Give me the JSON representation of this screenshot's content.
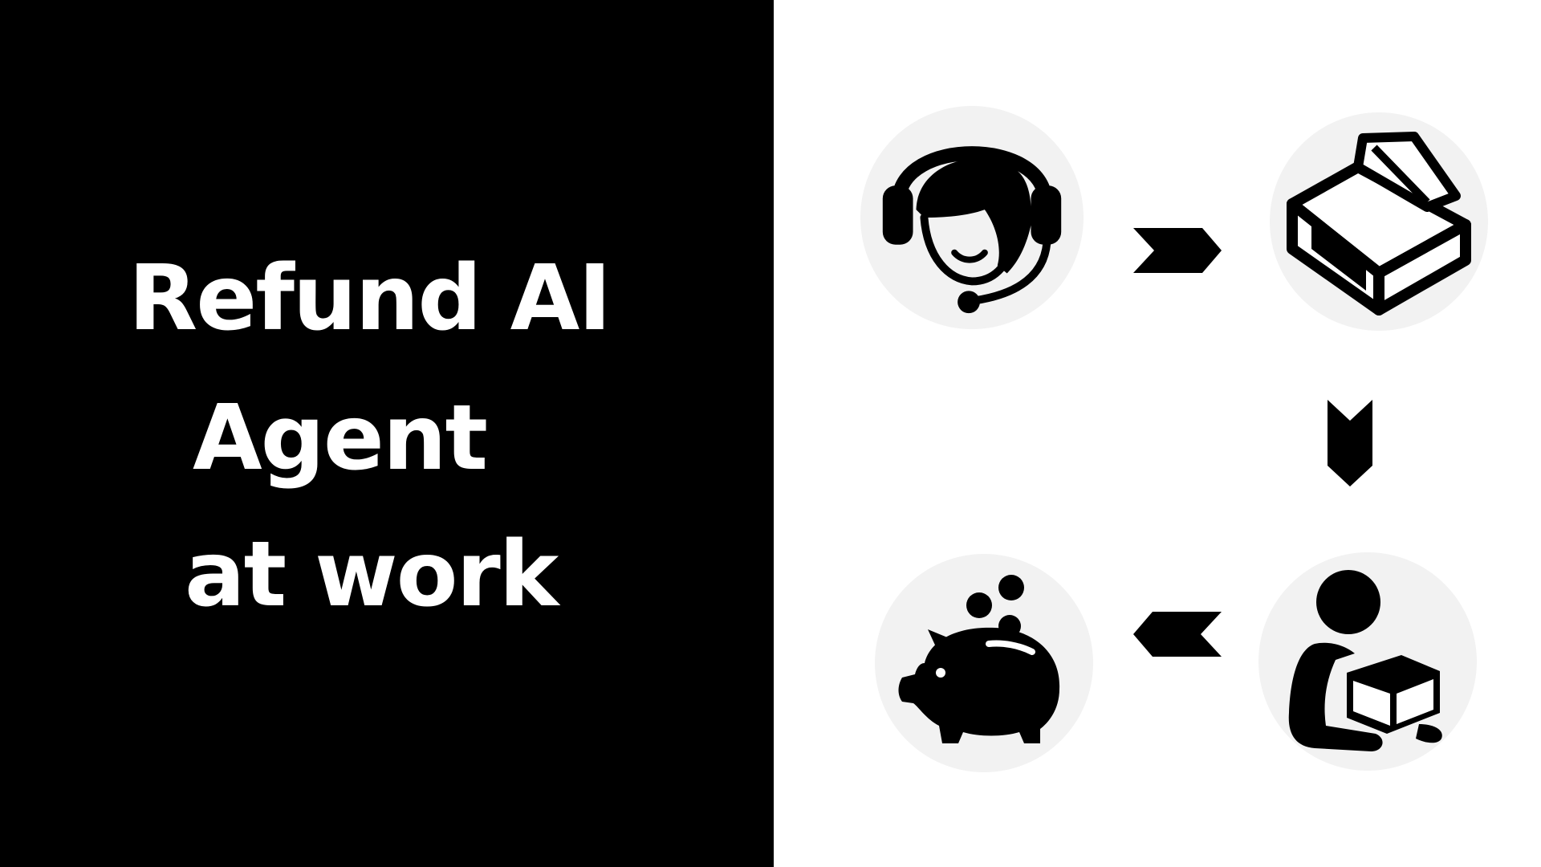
{
  "title": {
    "line1": "Refund AI",
    "line2": "Agent",
    "line3": "at work"
  },
  "colors": {
    "left_background": "#000000",
    "title_text": "#ffffff",
    "right_background": "#ffffff",
    "icon_circle": "#f2f2f2",
    "icon_fill": "#000000"
  },
  "flow": {
    "steps": [
      {
        "icon": "customer-support-headset-icon"
      },
      {
        "icon": "open-box-icon"
      },
      {
        "icon": "person-holding-box-icon"
      },
      {
        "icon": "piggy-bank-icon"
      }
    ],
    "arrows": [
      "right",
      "down",
      "left"
    ]
  }
}
